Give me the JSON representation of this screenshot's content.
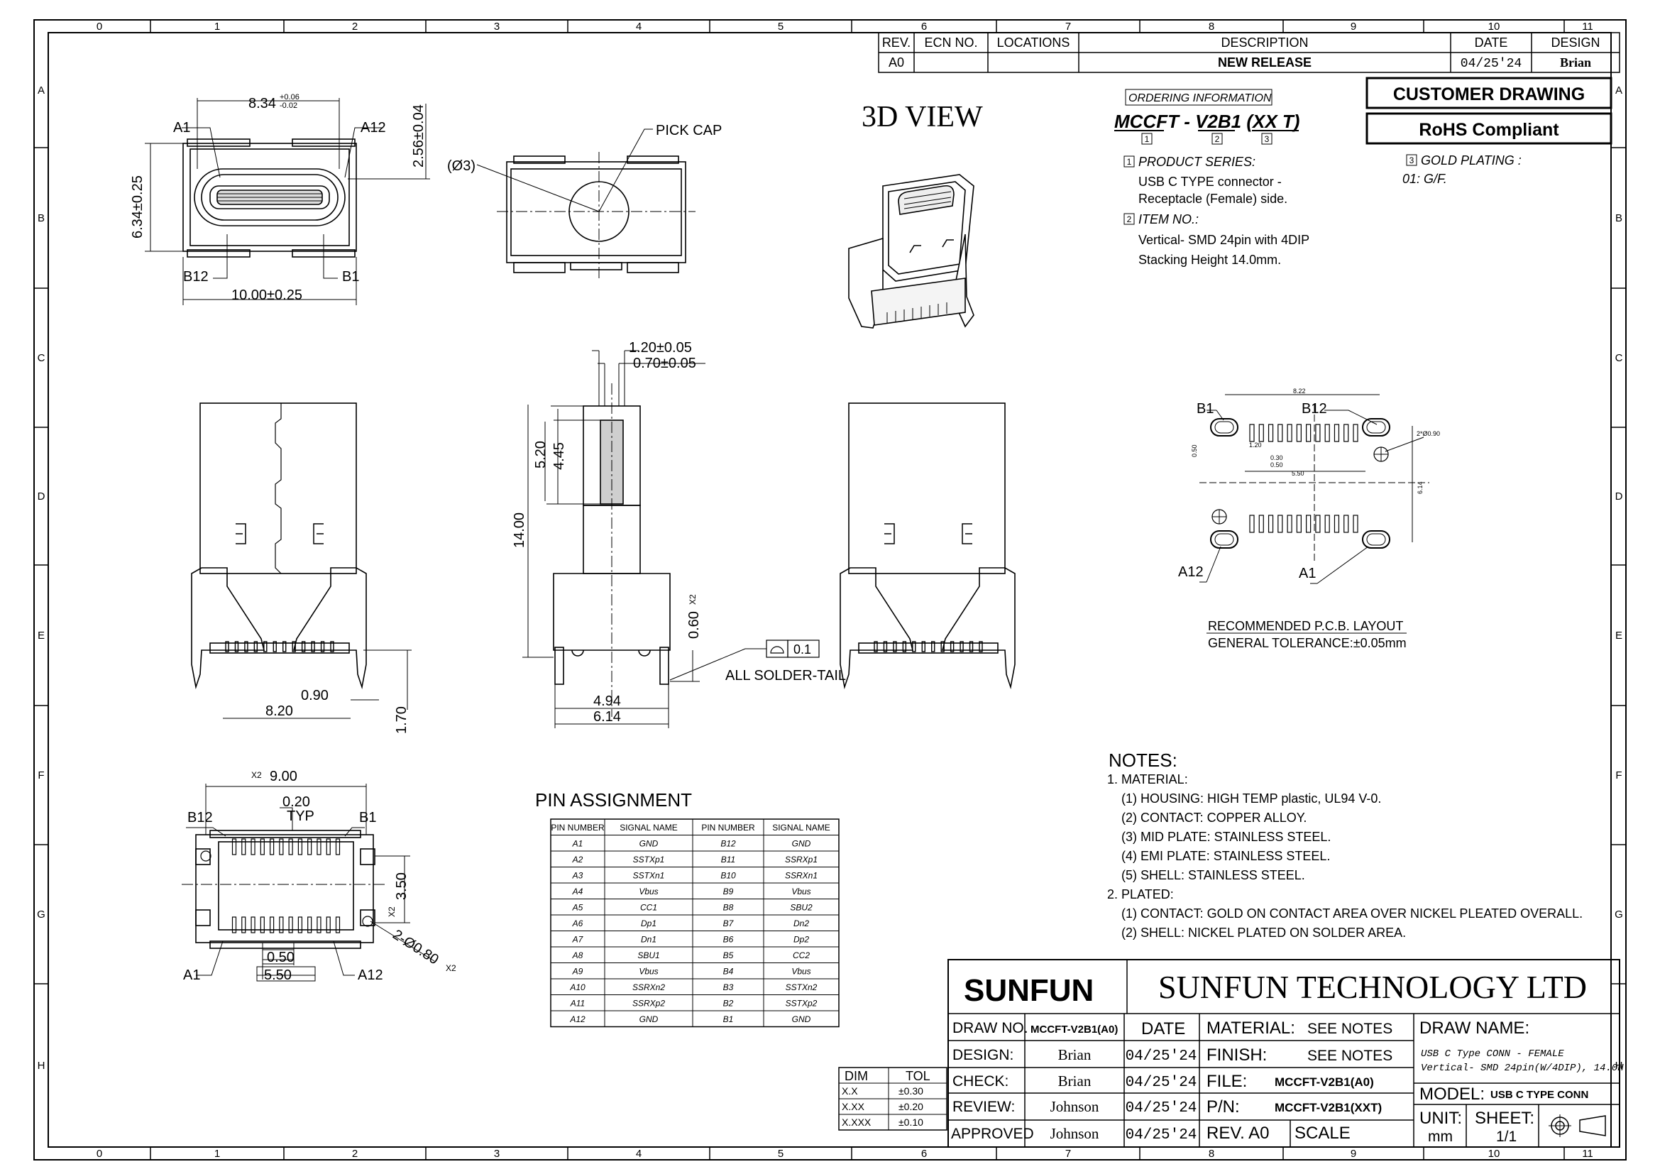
{
  "frame": {
    "col_numbers": [
      "0",
      "1",
      "2",
      "3",
      "4",
      "5",
      "6",
      "7",
      "8",
      "9",
      "10",
      "11"
    ],
    "row_letters": [
      "A",
      "B",
      "C",
      "D",
      "E",
      "F",
      "G",
      "H"
    ]
  },
  "revision": {
    "headers": {
      "rev": "REV.",
      "ecn": "ECN NO.",
      "locations": "LOCATIONS",
      "description": "DESCRIPTION",
      "date": "DATE",
      "design": "DESIGN"
    },
    "row": {
      "rev": "A0",
      "ecn": "",
      "locations": "",
      "description": "NEW RELEASE",
      "date": "04/25'24",
      "design": "Brian"
    }
  },
  "ordering": {
    "title": "ORDERING INFORMATION",
    "part_a": "MCCFT - ",
    "part_b": "V2B1",
    "part_c": " (XX T)",
    "box1": "1",
    "box2": "2",
    "box3": "3",
    "series_label": "PRODUCT SERIES:",
    "series_l1": "USB C TYPE connector -",
    "series_l2": "Receptacle (Female) side.",
    "item_label": "ITEM NO.:",
    "item_l1": "Vertical- SMD 24pin with 4DIP",
    "item_l2": "Stacking Height 14.0mm.",
    "plating_label": "GOLD PLATING :",
    "plating_val": "01: G/F."
  },
  "badges": {
    "customer": "CUSTOMER DRAWING",
    "rohs": "RoHS Compliant"
  },
  "view3d": "3D VIEW",
  "top_view": {
    "width_dim": "8.34",
    "width_tol_up": "+0.06",
    "width_tol_dn": "-0.02",
    "height_dim": "6.34±0.25",
    "side_dim": "2.56±0.04",
    "len_dim": "10.00±0.25",
    "a1": "A1",
    "a12": "A12",
    "b12": "B12",
    "b1": "B1"
  },
  "pick_cap": {
    "label": "PICK CAP",
    "dia": "(Ø3)"
  },
  "front_view": {
    "w1": "8.20",
    "w2": "0.90",
    "h1": "1.70"
  },
  "side_view": {
    "d1": "1.20±0.05",
    "d2": "0.70±0.05",
    "h1": "5.20",
    "h2": "4.45",
    "h3": "14.00",
    "h4": "0.60",
    "x2": "X2",
    "w1": "4.94",
    "w2": "6.14",
    "tol": "0.1",
    "solder": "ALL SOLDER-TAIL"
  },
  "bottom_view": {
    "w1": "9.00",
    "x2": "X2",
    "pitch": "0.20",
    "typ": "TYP",
    "h": "3.50",
    "hole": "2-Ø0.80",
    "p1": "0.50",
    "p2": "5.50",
    "b12": "B12",
    "b1": "B1",
    "a1": "A1",
    "a12": "A12"
  },
  "pcb": {
    "title": "RECOMMENDED  P.C.B. LAYOUT",
    "tol": "GENERAL TOLERANCE:±0.05mm",
    "w": "8.22",
    "b1": "B1",
    "b12": "B12",
    "a12": "A12",
    "a1": "A1",
    "d1": "0.50",
    "d2": "1.20",
    "d3": "0.30",
    "d4": "0.50",
    "d5": "5.50",
    "d6": "6.14",
    "hole": "2*Ø0.90"
  },
  "pins": {
    "title": "PIN ASSIGNMENT",
    "headers": [
      "PIN NUMBER",
      "SIGNAL NAME",
      "PIN NUMBER",
      "SIGNAL NAME"
    ],
    "rows": [
      [
        "A1",
        "GND",
        "B12",
        "GND"
      ],
      [
        "A2",
        "SSTXp1",
        "B11",
        "SSRXp1"
      ],
      [
        "A3",
        "SSTXn1",
        "B10",
        "SSRXn1"
      ],
      [
        "A4",
        "Vbus",
        "B9",
        "Vbus"
      ],
      [
        "A5",
        "CC1",
        "B8",
        "SBU2"
      ],
      [
        "A6",
        "Dp1",
        "B7",
        "Dn2"
      ],
      [
        "A7",
        "Dn1",
        "B6",
        "Dp2"
      ],
      [
        "A8",
        "SBU1",
        "B5",
        "CC2"
      ],
      [
        "A9",
        "Vbus",
        "B4",
        "Vbus"
      ],
      [
        "A10",
        "SSRXn2",
        "B3",
        "SSTXn2"
      ],
      [
        "A11",
        "SSRXp2",
        "B2",
        "SSTXp2"
      ],
      [
        "A12",
        "GND",
        "B1",
        "GND"
      ]
    ]
  },
  "notes": {
    "title": "NOTES:",
    "lines": [
      "1. MATERIAL:",
      "(1) HOUSING: HIGH TEMP plastic, UL94 V-0.",
      "(2) CONTACT: COPPER ALLOY.",
      "(3) MID PLATE: STAINLESS STEEL.",
      "(4) EMI PLATE: STAINLESS STEEL.",
      "(5) SHELL: STAINLESS STEEL.",
      "2. PLATED:",
      "(1) CONTACT: GOLD ON CONTACT AREA OVER NICKEL PLEATED OVERALL.",
      "(2) SHELL: NICKEL PLATED ON SOLDER AREA."
    ]
  },
  "tolerance": {
    "headers": [
      "DIM",
      "TOL"
    ],
    "rows": [
      [
        "X.X",
        "±0.30"
      ],
      [
        "X.XX",
        "±0.20"
      ],
      [
        "X.XXX",
        "±0.10"
      ]
    ]
  },
  "title_block": {
    "logo": "SUNFUN",
    "company": "SUNFUN TECHNOLOGY LTD",
    "draw_no_label": "DRAW NO.",
    "draw_no": "MCCFT-V2B1(A0)",
    "date_label": "DATE",
    "design_label": "DESIGN:",
    "design_name": "Brian",
    "design_date": "04/25'24",
    "check_label": "CHECK:",
    "check_name": "Brian",
    "check_date": "04/25'24",
    "review_label": "REVIEW:",
    "review_name": "Johnson",
    "review_date": "04/25'24",
    "approved_label": "APPROVED",
    "approved_name": "Johnson",
    "approved_date": "04/25'24",
    "material_label": "MATERIAL:",
    "material_val": "SEE NOTES",
    "finish_label": "FINISH:",
    "finish_val": "SEE NOTES",
    "file_label": "FILE:",
    "file_val": "MCCFT-V2B1(A0)",
    "pn_label": "P/N:",
    "pn_val": "MCCFT-V2B1(XXT)",
    "rev_label": "REV. A0",
    "scale_label": "SCALE",
    "draw_name_label": "DRAW NAME:",
    "draw_name_l1": "USB C Type CONN - FEMALE",
    "draw_name_l2": "Vertical- SMD 24pin(W/4DIP), 14.0H",
    "model_label": "MODEL:",
    "model_val": "USB C TYPE CONN",
    "unit_label": "UNIT:",
    "unit_val": "mm",
    "sheet_label": "SHEET:",
    "sheet_val": "1/1"
  }
}
